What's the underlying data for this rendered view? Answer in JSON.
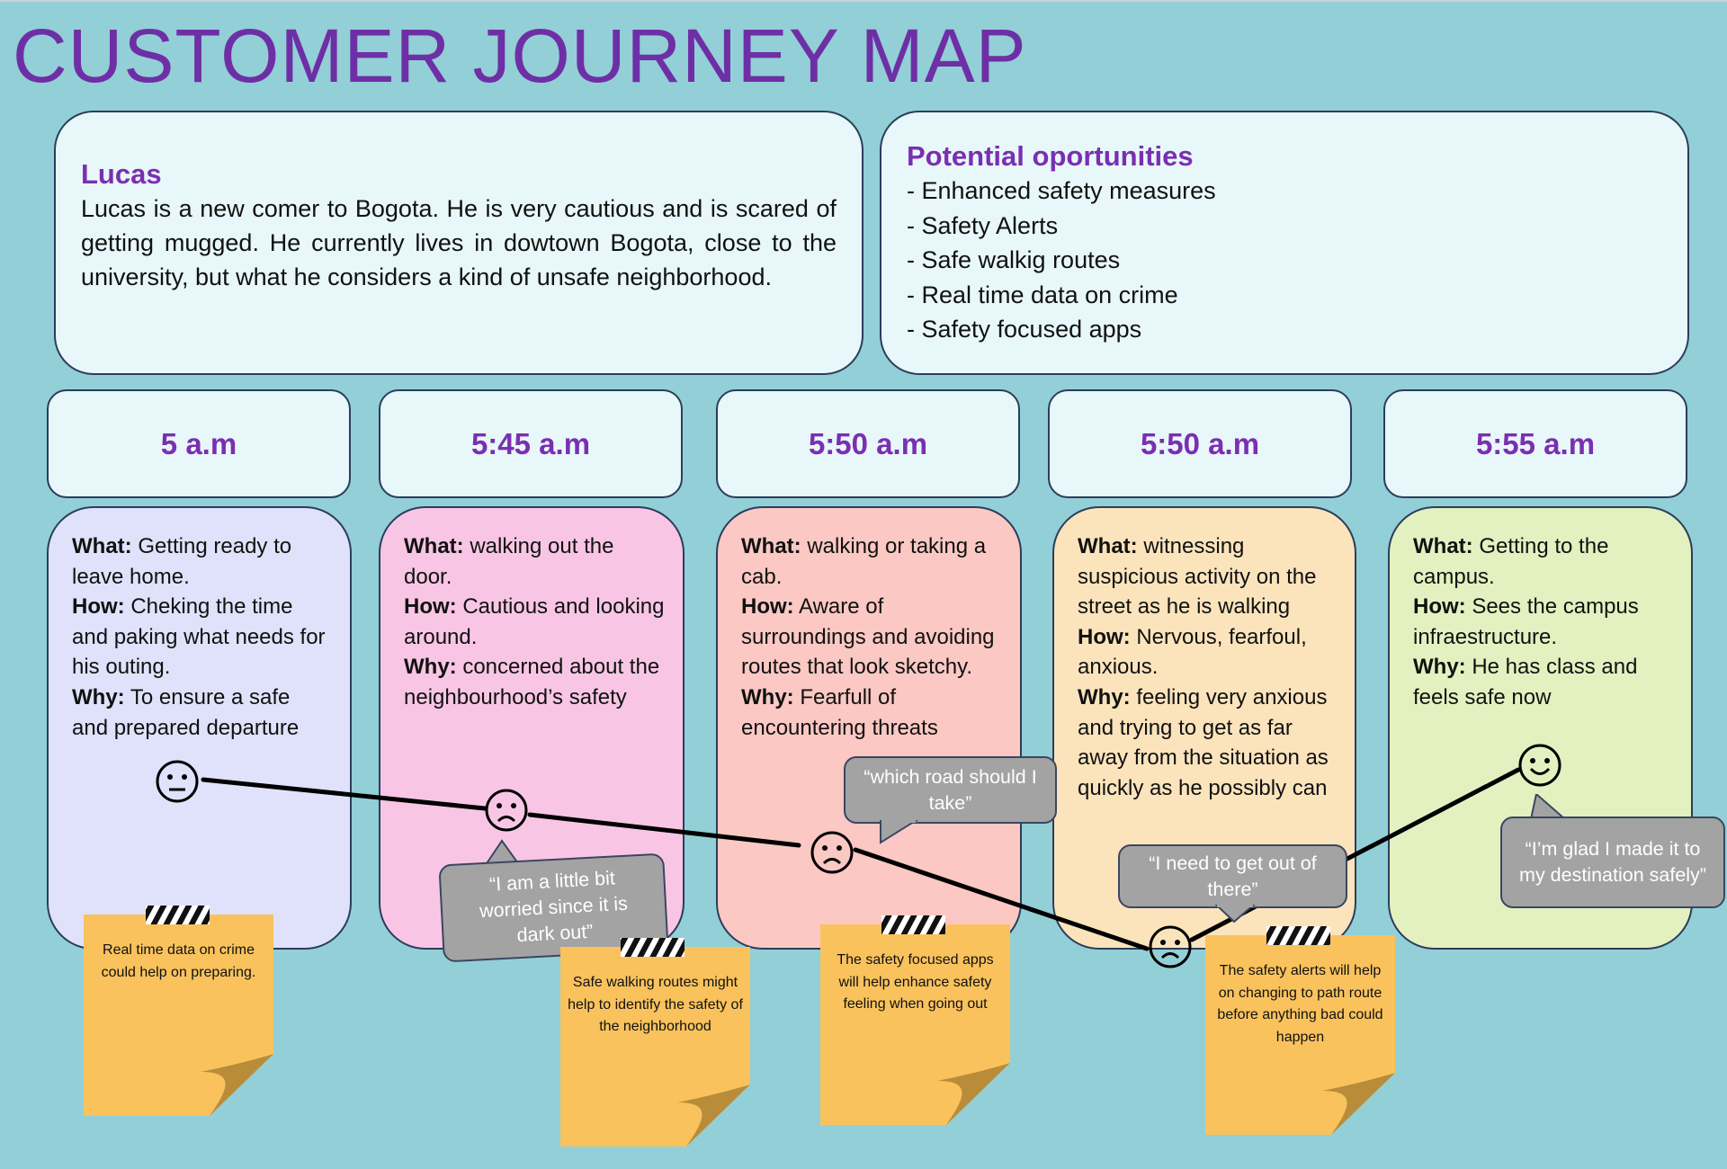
{
  "title": "CUSTOMER JOURNEY MAP",
  "persona": {
    "name": "Lucas",
    "description": "Lucas is a new comer to Bogota. He is very cautious and is scared of getting mugged. He currently lives in dowtown Bogota, close to the university, but what he considers a kind of unsafe neighborhood."
  },
  "opportunities": {
    "heading": "Potential oportunities",
    "items": [
      "- Enhanced safety measures",
      "- Safety Alerts",
      "- Safe walkig routes",
      "- Real time data on crime",
      "- Safety focused apps"
    ]
  },
  "stages": [
    {
      "time": "5 a.m",
      "what": "Getting ready to leave home.",
      "how": "Cheking the time and paking what needs for his outing.",
      "why": "To ensure a safe and prepared departure",
      "color": "#dfe2fa",
      "emotion": "neutral"
    },
    {
      "time": "5:45 a.m",
      "what": "walking out the door.",
      "how": "Cautious and looking around.",
      "why": "concerned about the neighbourhood’s safety",
      "color": "#f8c6e4",
      "emotion": "sad"
    },
    {
      "time": "5:50 a.m",
      "what": "walking or taking a cab.",
      "how": "Aware of surroundings and avoiding routes that look sketchy.",
      "why": "Fearfull of encountering threats",
      "color": "#fbc8c3",
      "emotion": "sad"
    },
    {
      "time": "5:50 a.m",
      "what": "witnessing suspicious activity on the street as he is walking",
      "how": "Nervous, fearfoul, anxious.",
      "why": "feeling very anxious and trying to get as far away from the situation as quickly as he possibly can",
      "color": "#fbe4bc",
      "emotion": "sad"
    },
    {
      "time": "5:55 a.m",
      "what": "Getting to the campus.",
      "how": "Sees the campus infraestructure.",
      "why": "He has class and feels safe now",
      "color": "#e3f1c0",
      "emotion": "happy"
    }
  ],
  "labels": {
    "what": "What:",
    "how": "How:",
    "why": "Why:"
  },
  "quotes": [
    "“I am a little bit worried since it is dark out”",
    "“which road should I take”",
    "“I need to get out of there”",
    "“I’m glad I made it to my destination safely”"
  ],
  "notes": [
    "Real time data on crime could help on preparing.",
    "Safe walking routes might help to identify the safety of the neighborhood",
    "The safety focused apps will help enhance safety feeling when going out",
    "The safety alerts will help on changing to path route before anything bad could happen"
  ],
  "colors": {
    "background": "#93cfd6",
    "title": "#6e2fa6",
    "accent": "#7a2fb2",
    "note": "#f9c25d",
    "bubble": "#a3a3a3"
  }
}
